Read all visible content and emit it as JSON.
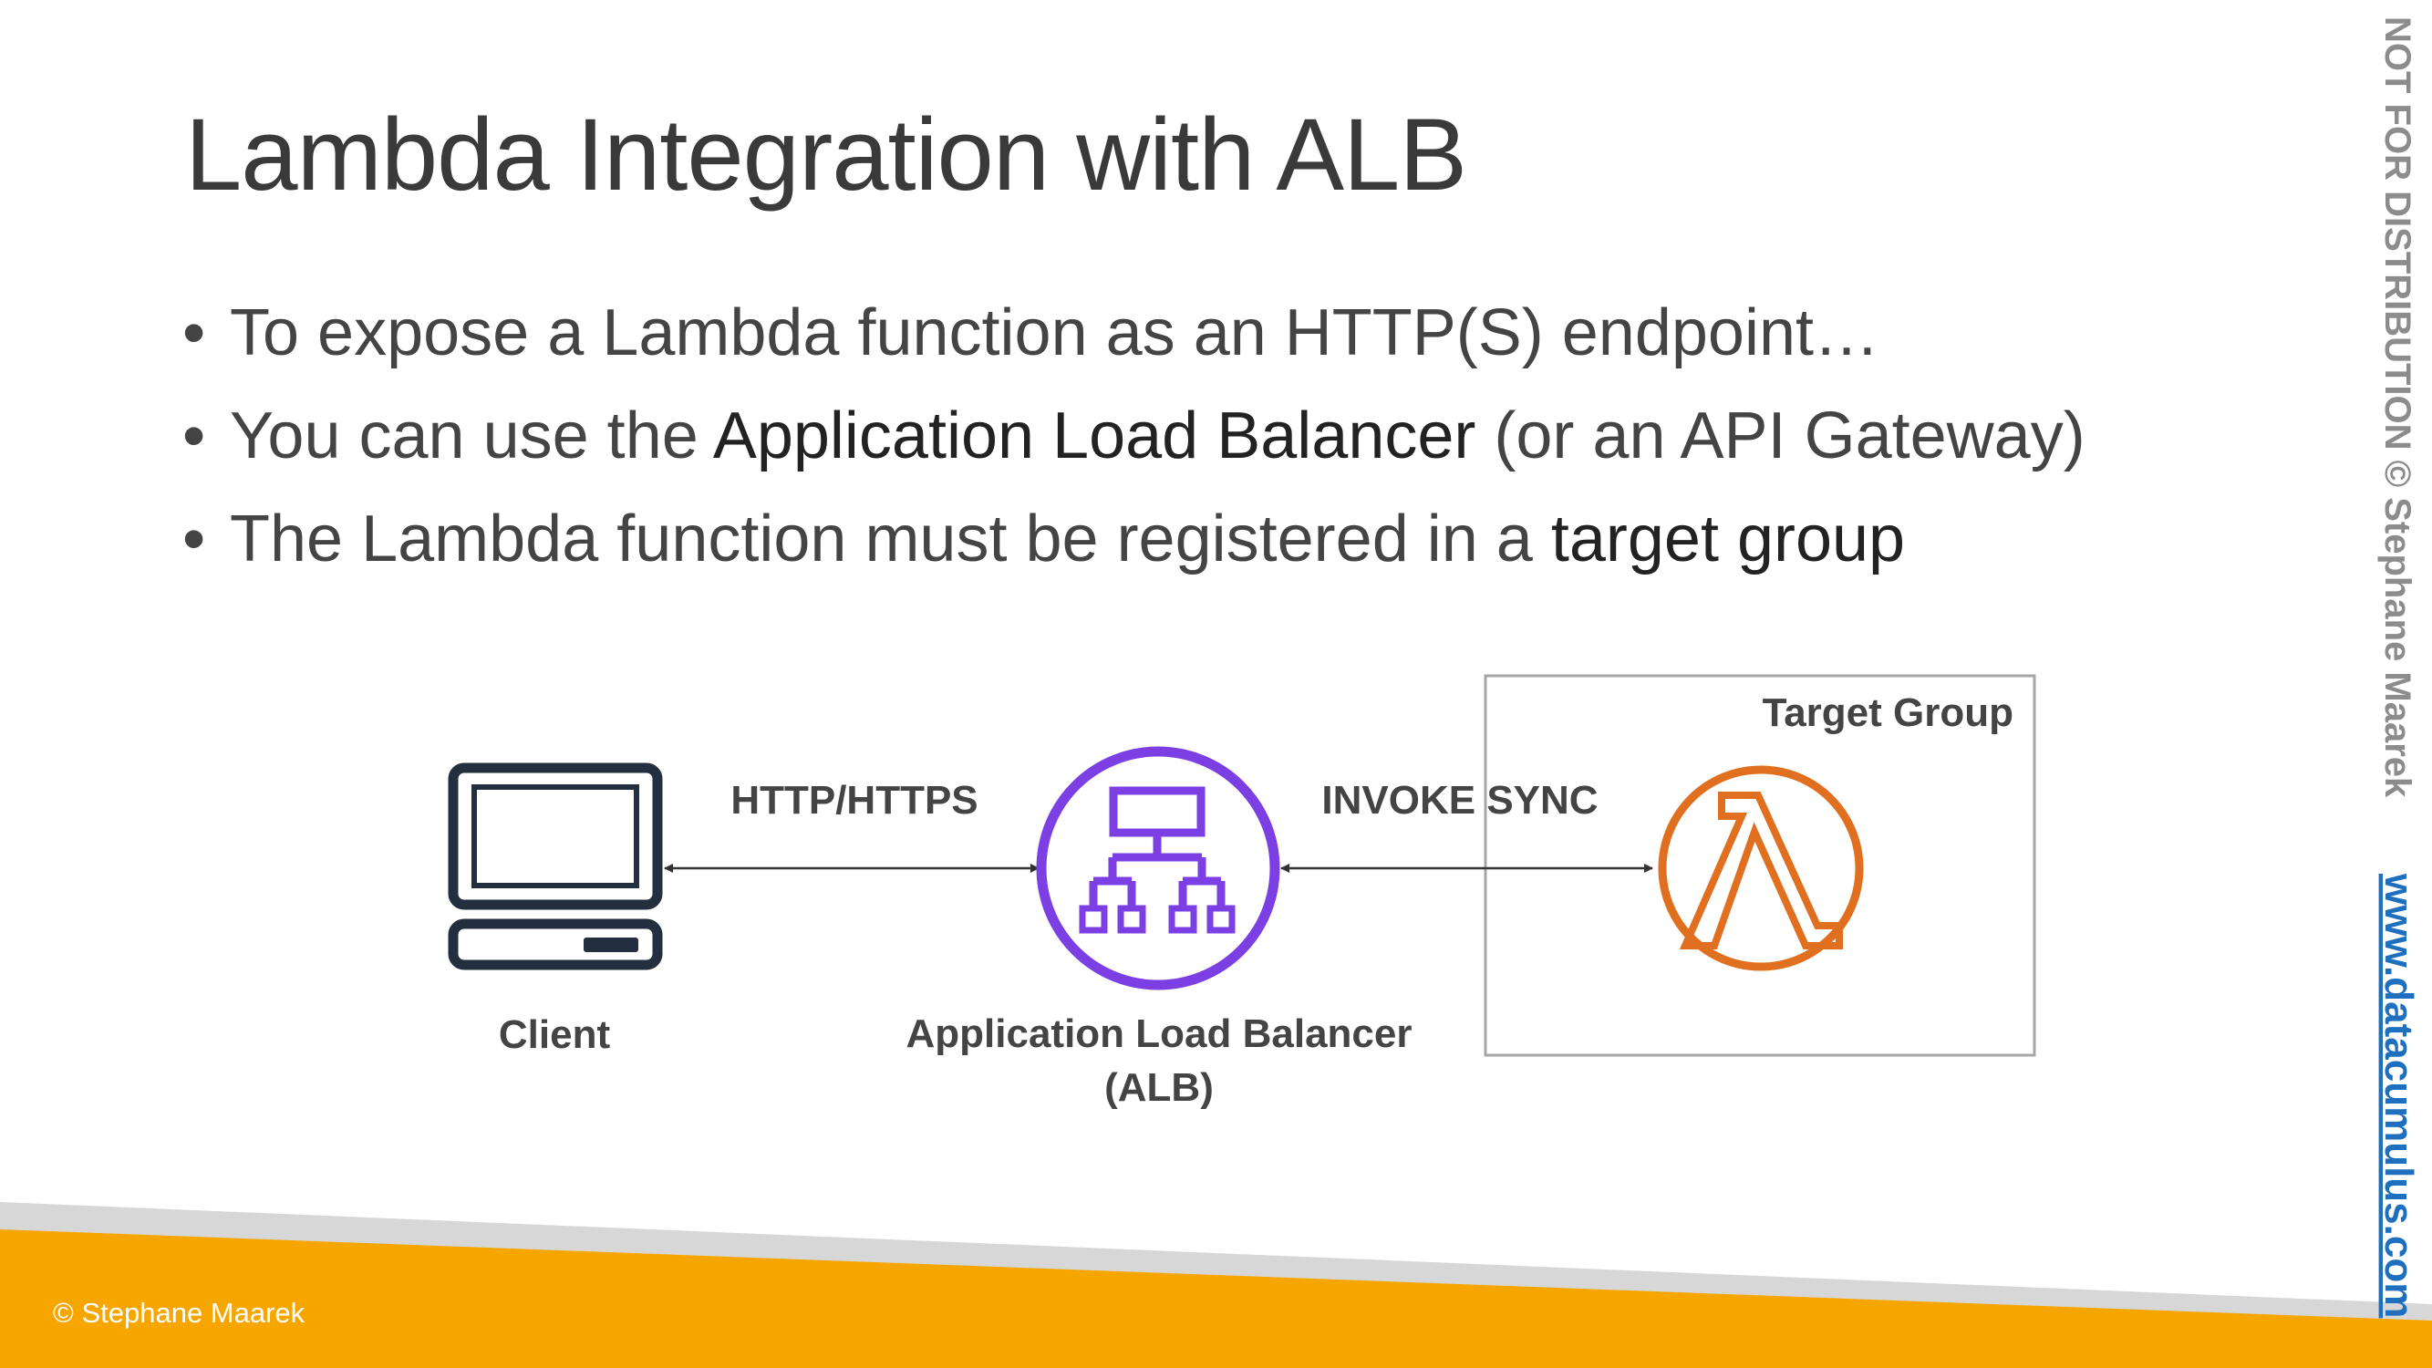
{
  "slide": {
    "title": "Lambda Integration with ALB",
    "bullets": [
      {
        "pre": "To expose a Lambda function as an HTTP(S) endpoint…",
        "emph": "",
        "post": ""
      },
      {
        "pre": "You can use the ",
        "emph": "Application Load Balancer",
        "post": " (or an API Gateway)"
      },
      {
        "pre": "The Lambda function must be registered in a ",
        "emph": "target group",
        "post": ""
      }
    ]
  },
  "diagram": {
    "client_label": "Client",
    "alb_label_line1": "Application Load Balancer",
    "alb_label_line2": "(ALB)",
    "http_label": "HTTP/HTTPS",
    "invoke_label": "INVOKE SYNC",
    "target_group_label": "Target Group",
    "colors": {
      "alb_purple": "#7b3fe4",
      "lambda_orange": "#e07020",
      "client_navy": "#232f3e",
      "footer_orange": "#f7a600"
    },
    "icons": [
      "computer-icon",
      "load-balancer-icon",
      "lambda-icon"
    ]
  },
  "footer": {
    "copyright": "© Stephane Maarek"
  },
  "sidebar": {
    "notice": "NOT FOR DISTRIBUTION © Stephane Maarek",
    "link": "www.datacumulus.com"
  }
}
